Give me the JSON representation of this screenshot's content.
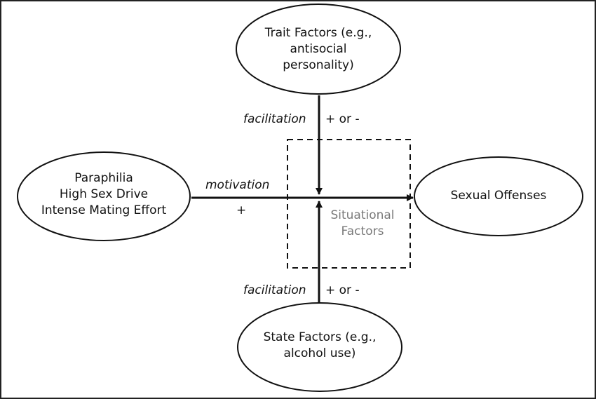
{
  "nodes": {
    "trait": {
      "lines": [
        "Trait Factors (e.g.,",
        "antisocial",
        "personality)"
      ]
    },
    "motivators": {
      "lines": [
        "Paraphilia",
        "High Sex Drive",
        "Intense Mating Effort"
      ]
    },
    "outcome": {
      "lines": [
        "Sexual Offenses"
      ]
    },
    "state": {
      "lines": [
        "State Factors (e.g.,",
        "alcohol use)"
      ]
    },
    "situational": {
      "lines": [
        "Situational",
        "Factors"
      ]
    }
  },
  "edges": {
    "top": {
      "label": "facilitation",
      "sign": "+ or -"
    },
    "left": {
      "label": "motivation",
      "sign": "+"
    },
    "bottom": {
      "label": "facilitation",
      "sign": "+ or -"
    }
  }
}
